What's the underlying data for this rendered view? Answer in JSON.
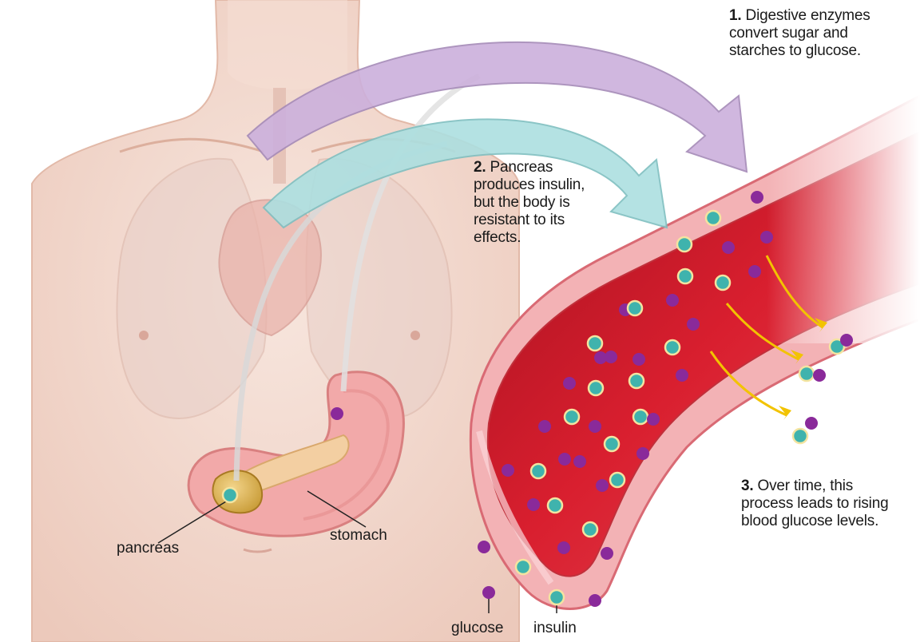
{
  "steps": [
    {
      "number": "1.",
      "lines": [
        "Digestive enzymes",
        "convert sugar and",
        "starches to glucose."
      ]
    },
    {
      "number": "2.",
      "lines": [
        "Pancreas",
        "produces insulin,",
        "but the body is",
        "resistant to its",
        "effects."
      ]
    },
    {
      "number": "3.",
      "lines": [
        "Over time, this",
        "process leads to rising",
        "blood glucose levels."
      ]
    }
  ],
  "labels": {
    "pancreas": "pancreas",
    "stomach": "stomach"
  },
  "legend": {
    "glucose": "glucose",
    "insulin": "insulin"
  },
  "colors": {
    "skin": "#f3ddd2",
    "vessel_wall": "#e98a93",
    "blood": "#d41f2e",
    "glucose": "#8a2a9a",
    "insulin": "#3fb3ad",
    "arrow_purple": "#c9a6d8",
    "arrow_teal": "#a9dcdd",
    "release_arrow": "#f2c300",
    "stomach": "#f1a3a3",
    "pancreas_body": "#f0c79a"
  }
}
